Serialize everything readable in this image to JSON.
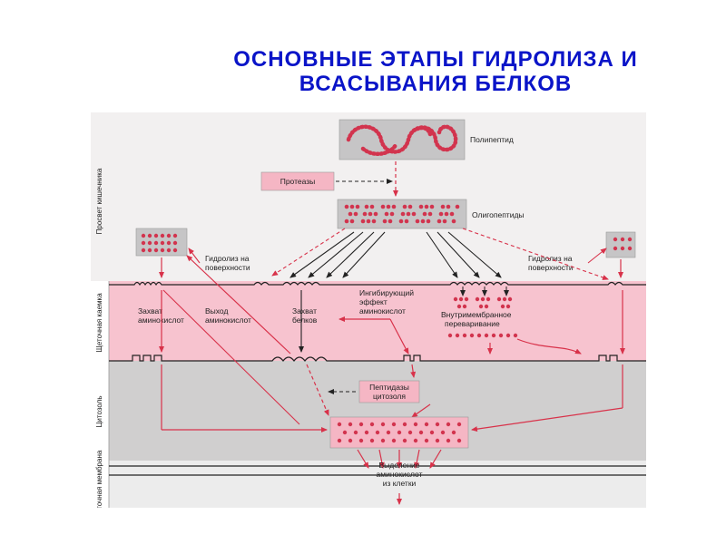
{
  "title": {
    "line1": "ОСНОВНЫЕ  ЭТАПЫ  ГИДРОЛИЗА  И",
    "line2": "ВСАСЫВАНИЯ  БЕЛКОВ"
  },
  "zones": {
    "lumen": "Просвет кишечника",
    "brush": "Щеточная каемка",
    "cytosol": "Цитозоль",
    "membrane": "Клеточная мембрана"
  },
  "labels": {
    "polypeptide": "Полипептид",
    "proteases": "Протеазы",
    "oligopeptides": "Олигопептиды",
    "surface_left_1": "Гидролиз на",
    "surface_left_2": "поверхности",
    "surface_right_1": "Гидролиз на",
    "surface_right_2": "поверхности",
    "capture_aa_1": "Захват",
    "capture_aa_2": "аминокислот",
    "exit_aa_1": "Выход",
    "exit_aa_2": "аминокислот",
    "capture_prot_1": "Захват",
    "capture_prot_2": "белков",
    "inhibit_1": "Ингибирующий",
    "inhibit_2": "эффект",
    "inhibit_3": "аминокислот",
    "intramem_1": "Внутримембранное",
    "intramem_2": "переваривание",
    "cyto_pept_1": "Пептидазы",
    "cyto_pept_2": "цитозоля",
    "release_1": "Выделение",
    "release_2": "аминокислот",
    "release_3": "из клетки"
  },
  "colors": {
    "title": "#0a14c8",
    "lumen_bg": "#f2f0f0",
    "brush_bg": "#f7c3cf",
    "cytosol_bg": "#d0cfcf",
    "box_gray": "#c6c5c6",
    "box_pink": "#f5b6c4",
    "dot": "#d2344e",
    "arrow": "#d8324a",
    "black": "#222222"
  }
}
